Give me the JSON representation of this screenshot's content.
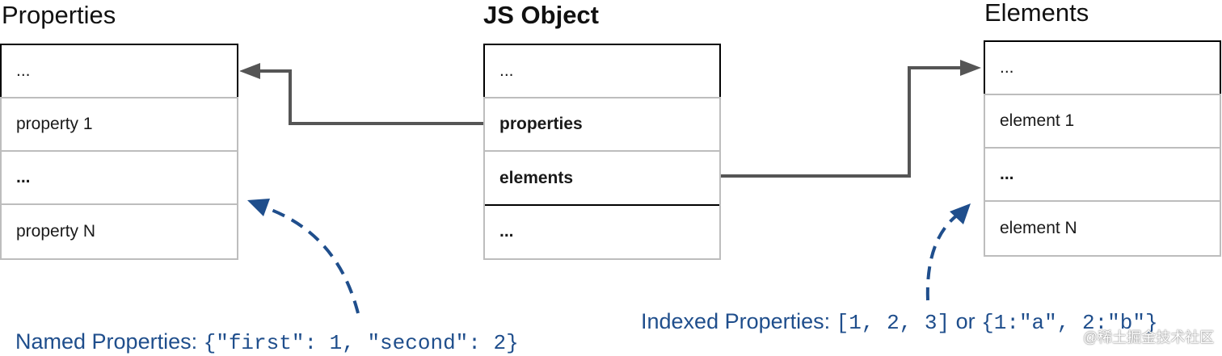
{
  "properties_table": {
    "title": "Properties",
    "rows": [
      "...",
      "property 1",
      "...",
      "property N"
    ]
  },
  "object_table": {
    "title": "JS Object",
    "rows": [
      "...",
      "properties",
      "elements",
      "..."
    ]
  },
  "elements_table": {
    "title": "Elements",
    "rows": [
      "...",
      "element 1",
      "...",
      "element N"
    ]
  },
  "named_caption": {
    "label": "Named Properties:",
    "code": "{\"first\": 1, \"second\": 2}"
  },
  "indexed_caption": {
    "label": "Indexed Properties:",
    "code1": "[1, 2, 3]",
    "or": "or",
    "code2": "{1:\"a\", 2:\"b\"}"
  },
  "watermark": "@稀土掘金技术社区",
  "colors": {
    "arrow": "#555555",
    "caption": "#1f4e8c",
    "dashed_arrow": "#1f4e8c",
    "cell_border": "#bdbdbd",
    "highlight_border": "#000000"
  }
}
